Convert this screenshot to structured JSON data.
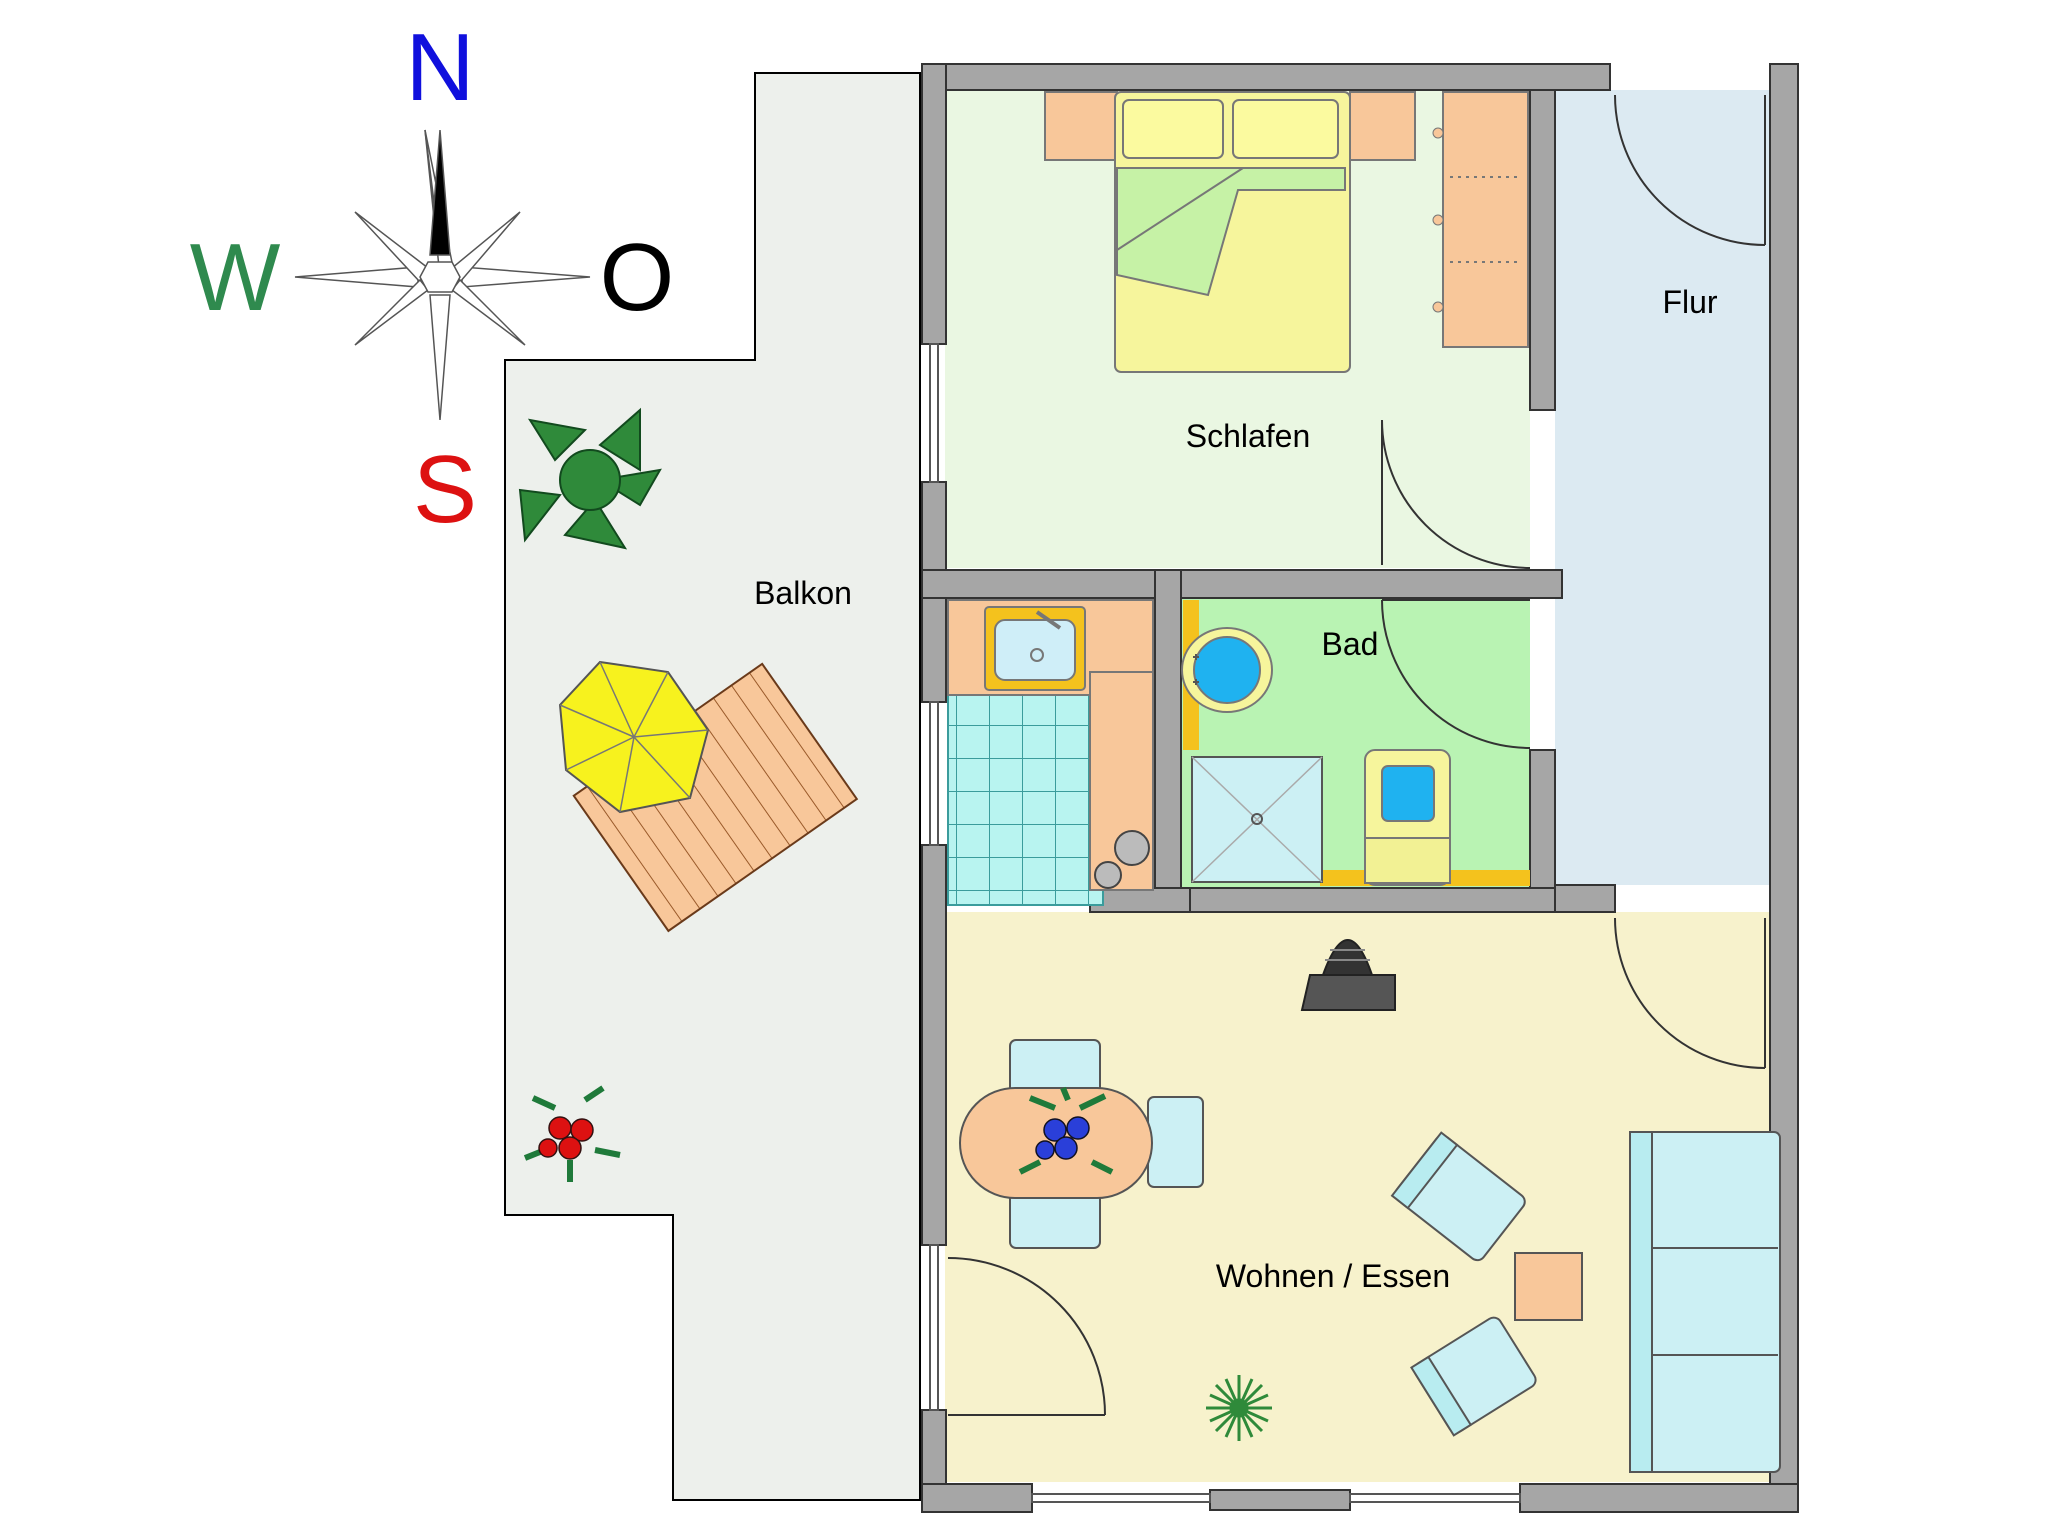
{
  "compass": {
    "north": "N",
    "west": "W",
    "east": "O",
    "south": "S",
    "colors": {
      "north": "#1010dd",
      "west": "#2f8a4e",
      "east": "#000000",
      "south": "#dd1111"
    }
  },
  "rooms": {
    "schlafen": "Schlafen",
    "flur": "Flur",
    "balkon": "Balkon",
    "bad": "Bad",
    "wohnen": "Wohnen / Essen"
  },
  "colors": {
    "wall": "#a6a6a6",
    "bedroom": "#eaf7e2",
    "hall": "#dceaf2",
    "bath": "#b9f3b3",
    "living": "#f7f2cc",
    "balcony": "#edf0ec",
    "wood": "#f8c79a",
    "bed": "#f6f59c",
    "blanket": "#c6f2a6",
    "tile": "#b8f4f0",
    "umbrella": "#f7f21e",
    "plant": "#2f8a3a",
    "water": "#1fb2f0"
  },
  "icons": [
    "compass-rose-icon",
    "plant-icon",
    "umbrella-icon",
    "sun-lounger-icon",
    "flower-pot-icon",
    "bed-icon",
    "wardrobe-icon",
    "sink-icon",
    "stove-icon",
    "washbasin-icon",
    "shower-icon",
    "toilet-icon",
    "tv-icon",
    "dining-table-icon",
    "armchair-icon",
    "sofa-icon",
    "palm-icon"
  ]
}
